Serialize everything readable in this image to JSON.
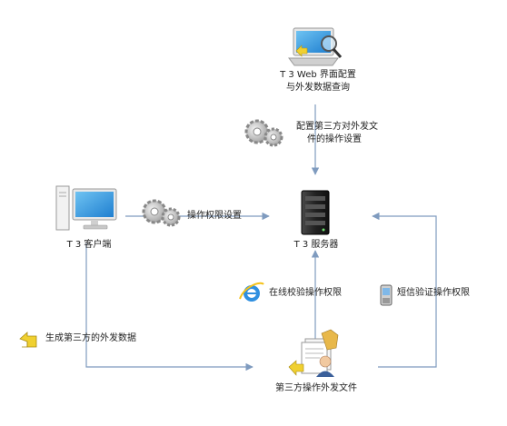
{
  "nodes": {
    "web_config": {
      "line1": "T 3 Web   界面配置",
      "line2": "与外发数据查询",
      "icon": "monitor-magnifier-icon"
    },
    "client": {
      "label": "T 3 客户端",
      "icon": "desktop-computer-icon"
    },
    "server": {
      "label": "T 3 服务器",
      "icon": "server-tower-icon"
    },
    "third_party_file": {
      "label": "第三方操作外发文件",
      "icon": "document-user-icon"
    }
  },
  "edge_labels": {
    "config_settings": {
      "line1": "配置第三方对外发文",
      "line2": "件的操作设置",
      "icon": "gears-icon"
    },
    "permission_settings": {
      "label": "操作权限设置",
      "icon": "gears-icon"
    },
    "online_check": {
      "label": "在线校验操作权限",
      "icon": "ie-browser-icon"
    },
    "sms_verify": {
      "label": "短信验证操作权限",
      "icon": "mobile-phone-icon"
    },
    "generate_data": {
      "label": "生成第三方的外发数据",
      "icon": "return-arrow-icon"
    }
  },
  "colors": {
    "arrow": "#7f9bbf",
    "text": "#222222"
  }
}
